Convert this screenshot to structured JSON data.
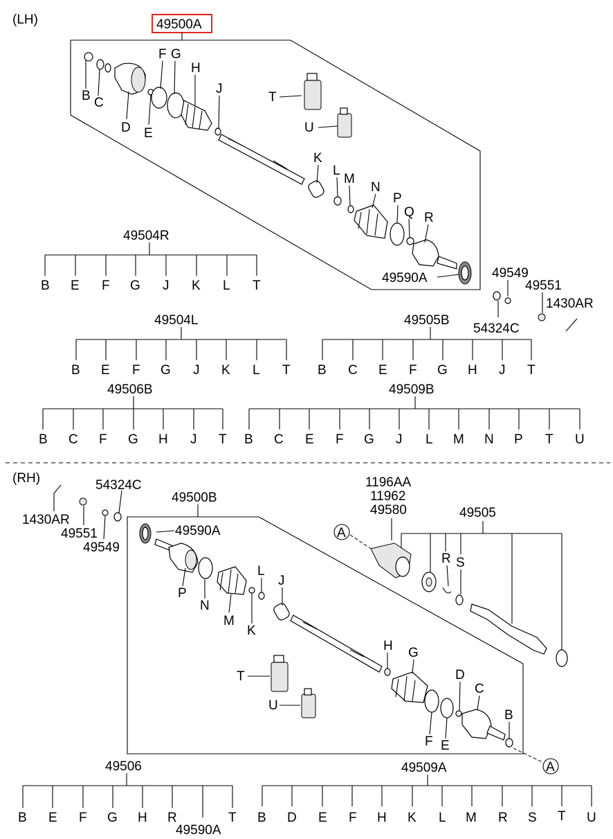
{
  "lh": {
    "section_label": "(LH)",
    "assembly_code": "49500A",
    "highlight_color": "#e0241b",
    "part_letters": [
      "B",
      "C",
      "D",
      "E",
      "F",
      "G",
      "H",
      "J",
      "T",
      "U",
      "K",
      "L",
      "M",
      "N",
      "P",
      "Q",
      "R"
    ],
    "ring_gear": "49590A",
    "loose_parts": [
      "49549",
      "49551",
      "1430AR",
      "54324C"
    ],
    "kits": [
      {
        "code": "49504R",
        "items": [
          "B",
          "E",
          "F",
          "G",
          "J",
          "K",
          "L",
          "T"
        ]
      },
      {
        "code": "49504L",
        "items": [
          "B",
          "E",
          "F",
          "G",
          "J",
          "K",
          "L",
          "T"
        ]
      },
      {
        "code": "49505B",
        "items": [
          "B",
          "C",
          "E",
          "F",
          "G",
          "H",
          "J",
          "T"
        ]
      },
      {
        "code": "49506B",
        "items": [
          "B",
          "C",
          "F",
          "G",
          "H",
          "J",
          "T"
        ]
      },
      {
        "code": "49509B",
        "items": [
          "B",
          "C",
          "E",
          "F",
          "G",
          "J",
          "L",
          "M",
          "N",
          "P",
          "T",
          "U"
        ]
      }
    ]
  },
  "rh": {
    "section_label": "(RH)",
    "assembly_code": "49500B",
    "ring_gear": "49590A",
    "loose_parts": [
      "54324C",
      "1430AR",
      "49551",
      "49549"
    ],
    "bracket_codes": [
      "1196AA",
      "11962",
      "49580"
    ],
    "intermediate_shaft": "49505",
    "intermediate_letters": [
      "R",
      "S"
    ],
    "callout": "A",
    "part_letters": [
      "P",
      "N",
      "M",
      "K",
      "L",
      "J",
      "H",
      "G",
      "T",
      "U",
      "D",
      "C",
      "B",
      "F",
      "E"
    ],
    "kits": [
      {
        "code": "49506",
        "items": [
          "B",
          "E",
          "F",
          "G",
          "H",
          "R",
          "T"
        ],
        "extra": "49590A"
      },
      {
        "code": "49509A",
        "items": [
          "B",
          "D",
          "E",
          "F",
          "H",
          "K",
          "L",
          "M",
          "R",
          "S",
          "T",
          "U"
        ]
      }
    ]
  }
}
